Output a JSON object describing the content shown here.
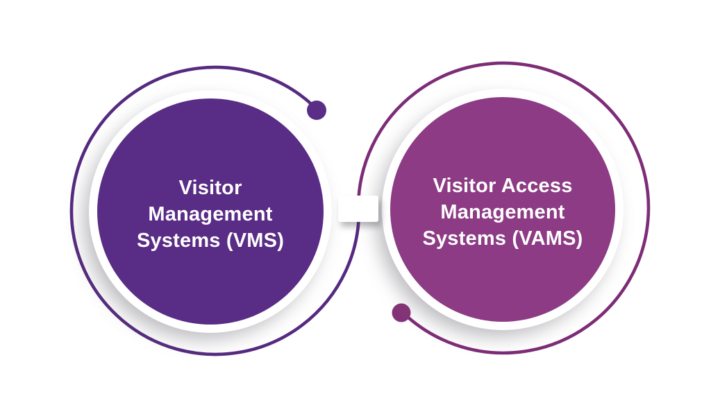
{
  "background_color": "#ffffff",
  "diagram": {
    "left_circle": {
      "lines": [
        "Visitor",
        "Management",
        "Systems (VMS)"
      ],
      "fill_color": "#592c85",
      "ring_color": "#552a80",
      "dot_color": "#5a2d86",
      "text_color": "#ffffff"
    },
    "right_circle": {
      "lines": [
        "Visitor Access",
        "Management",
        "Systems (VAMS)"
      ],
      "fill_color": "#8c3b84",
      "ring_color": "#7d2c77",
      "dot_color": "#853378",
      "text_color": "#ffffff"
    },
    "connector": {
      "color": "#ffffff"
    }
  }
}
